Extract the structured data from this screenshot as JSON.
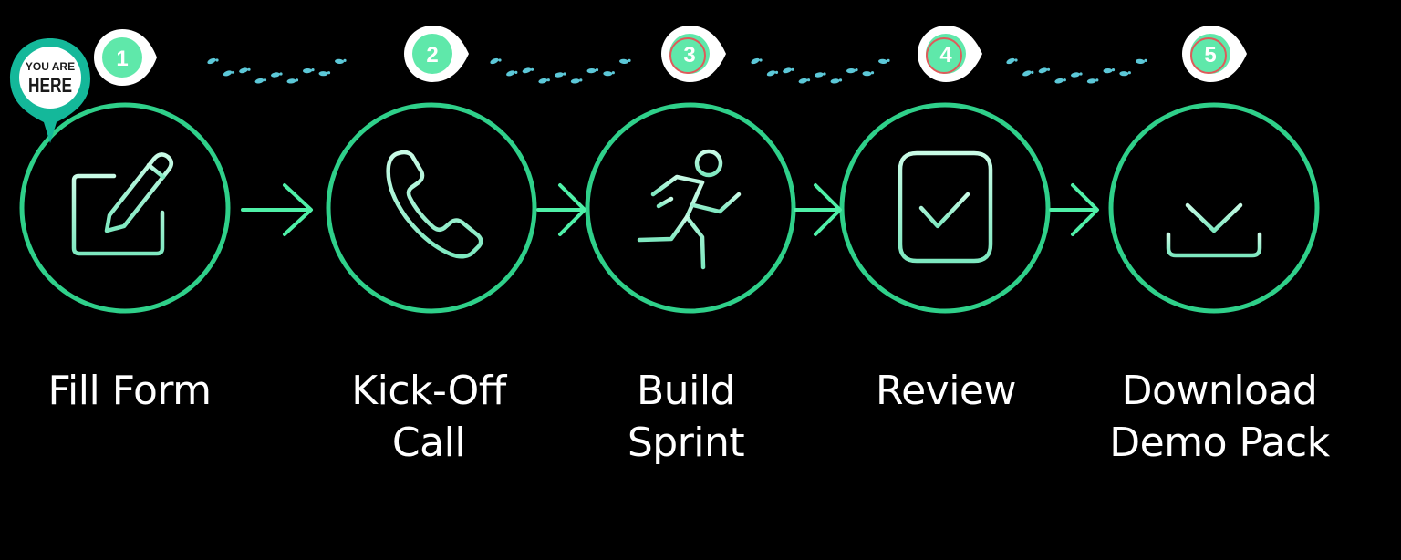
{
  "pin": {
    "line1": "YOU ARE",
    "line2": "HERE"
  },
  "steps": [
    {
      "number": "1",
      "label_line1": "Fill Form",
      "label_line2": "",
      "icon": "form-edit-icon"
    },
    {
      "number": "2",
      "label_line1": "Kick-Off",
      "label_line2": "Call",
      "icon": "phone-icon"
    },
    {
      "number": "3",
      "label_line1": "Build",
      "label_line2": "Sprint",
      "icon": "running-person-icon"
    },
    {
      "number": "4",
      "label_line1": "Review",
      "label_line2": "",
      "icon": "check-icon"
    },
    {
      "number": "5",
      "label_line1": "Download",
      "label_line2": "Demo Pack",
      "icon": "download-icon"
    }
  ],
  "colors": {
    "background": "#000000",
    "circle_stroke": "#2fd08a",
    "arrow": "#4ff0a8",
    "icon_stroke": "#b8f7dc",
    "badge_fill": "#5fe8aa",
    "badge_ring": "#ffffff",
    "badge_inner_ring": "#e05a5a",
    "footsteps": "#5cc8d8",
    "pin": "#14b89a",
    "label_text": "#ffffff"
  }
}
